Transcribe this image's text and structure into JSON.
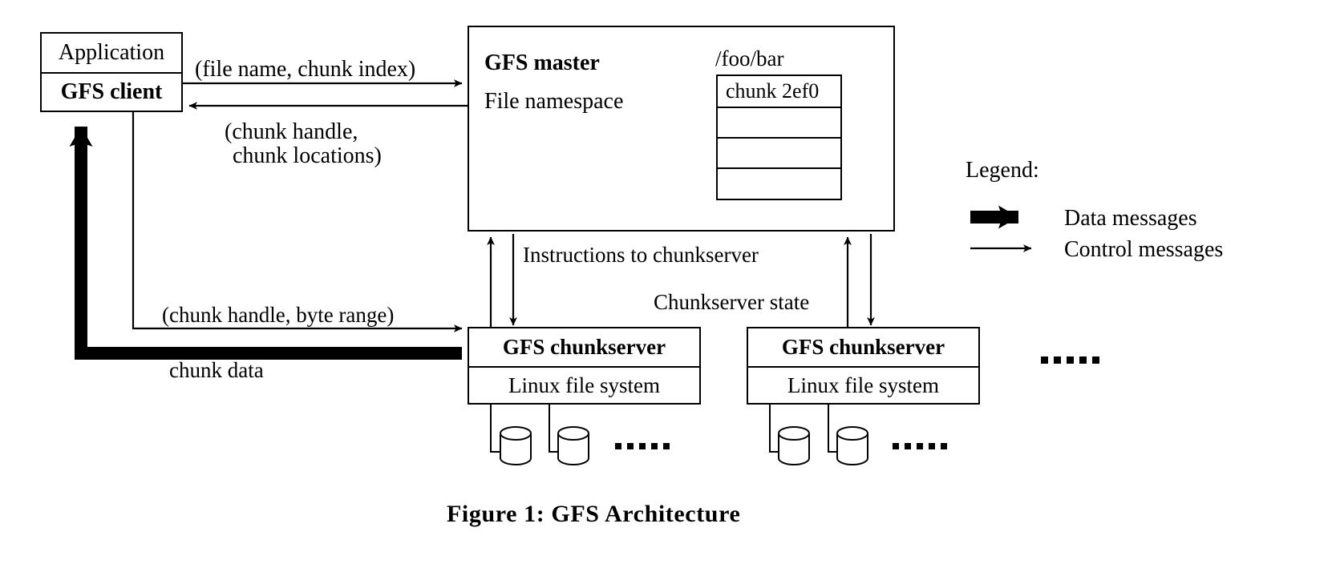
{
  "figure": {
    "caption": "Figure 1:  GFS Architecture"
  },
  "client_stack": {
    "application_label": "Application",
    "gfs_client_label": "GFS client"
  },
  "master": {
    "title": "GFS master",
    "namespace_label": "File namespace",
    "file_path_label": "/foo/bar",
    "chunk_rows": [
      "chunk 2ef0",
      "",
      "",
      ""
    ]
  },
  "chunkservers": [
    {
      "title": "GFS chunkserver",
      "filesystem_label": "Linux file system",
      "disk_count": 2
    },
    {
      "title": "GFS chunkserver",
      "filesystem_label": "Linux file system",
      "disk_count": 2
    }
  ],
  "edge_labels": {
    "file_name_chunk_index": "(file name, chunk index)",
    "chunk_handle_line1": "(chunk handle,",
    "chunk_handle_line2": "chunk locations)",
    "instructions_to_chunkserver": "Instructions to chunkserver",
    "chunkserver_state": "Chunkserver state",
    "chunk_handle_byte_range": "(chunk handle, byte range)",
    "chunk_data": "chunk data"
  },
  "legend": {
    "title": "Legend:",
    "items": [
      {
        "label": "Data messages",
        "style": "thick-arrow"
      },
      {
        "label": "Control messages",
        "style": "thin-arrow"
      }
    ]
  },
  "colors": {
    "stroke": "#000000",
    "background": "#ffffff"
  }
}
